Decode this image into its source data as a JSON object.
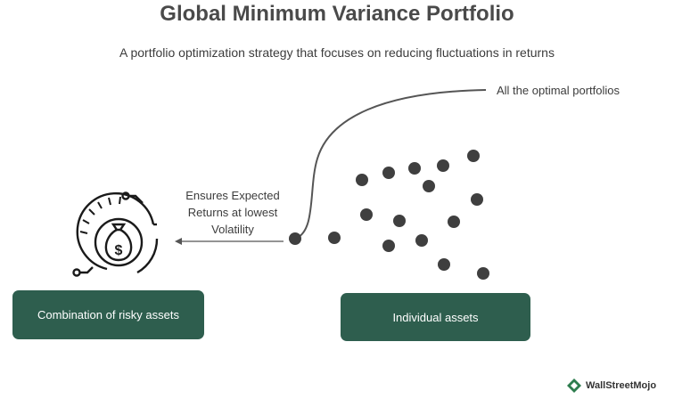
{
  "header": {
    "title": "Global Minimum Variance Portfolio",
    "subtitle": "A portfolio optimization strategy that focuses on reducing fluctuations in returns"
  },
  "annotations": {
    "curve_label": "All the optimal portfolios",
    "min_variance_note": "Ensures Expected Returns at lowest Volatility"
  },
  "boxes": {
    "left": "Combination of risky assets",
    "right": "Individual assets"
  },
  "icon": {
    "left_icon": "money-bag-dollar-icon",
    "brand_icon": "wallstreetmojo-logo-icon"
  },
  "branding": {
    "name": "WallStreetMojo"
  },
  "colors": {
    "box_fill": "#2e5e4e",
    "dots": "#3f3f3f",
    "curve": "#555555"
  }
}
